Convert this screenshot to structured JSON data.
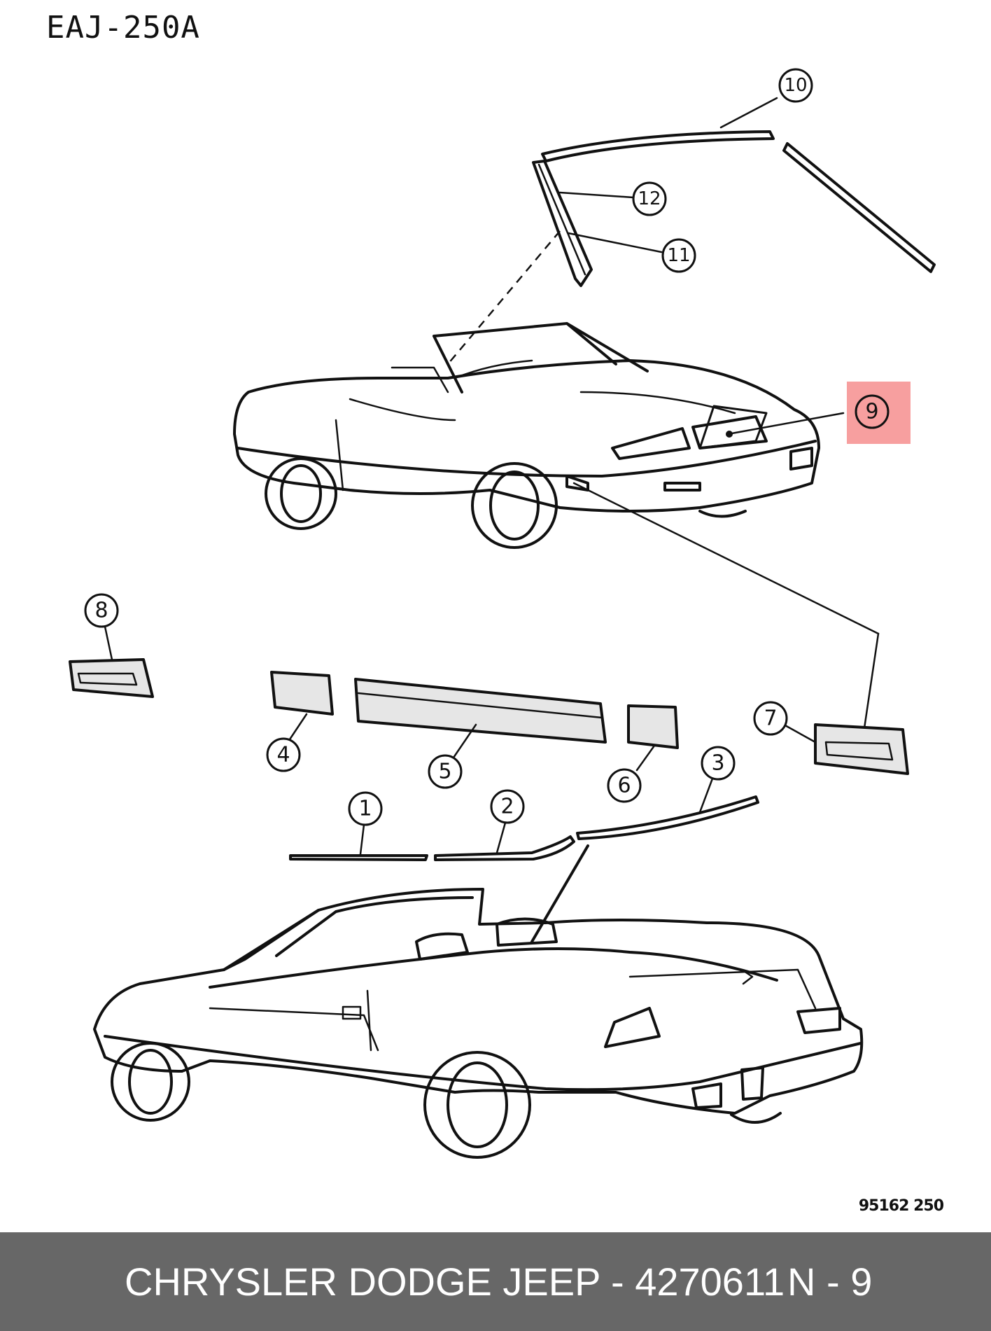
{
  "diagram": {
    "code": "EAJ-250A",
    "figure_ref": "95162 250",
    "callouts": [
      "1",
      "2",
      "3",
      "4",
      "5",
      "6",
      "7",
      "8",
      "9",
      "10",
      "11",
      "12"
    ],
    "highlighted_callout": "9",
    "highlight_color": "#F05050"
  },
  "footer": {
    "part_label": "CHRYSLER DODGE JEEP - 4270611",
    "ref_label": "N - 9",
    "background": "#676767"
  }
}
